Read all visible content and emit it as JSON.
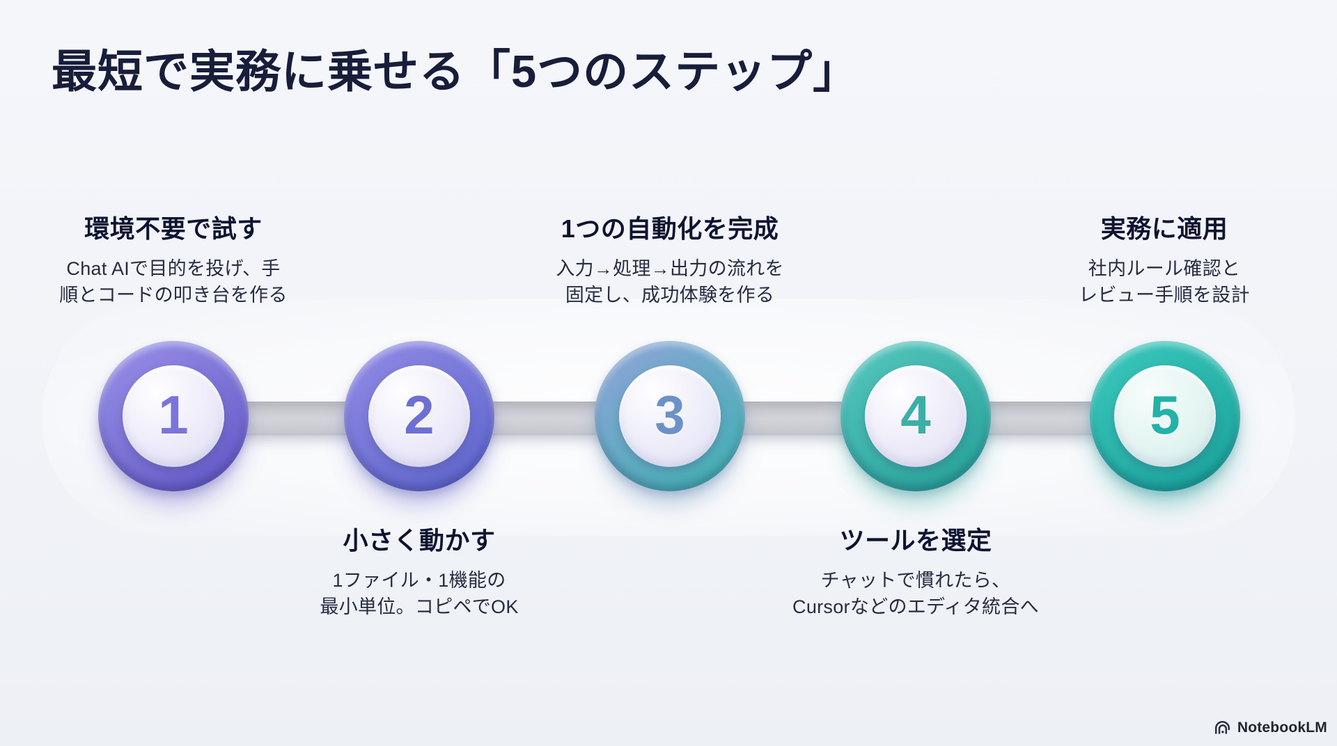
{
  "title": "最短で実務に乗せる「5つのステップ」",
  "steps": [
    {
      "number": "1",
      "label": "環境不要で試す",
      "desc": "Chat AIで目的を投げ、手\n順とコードの叩き台を作る",
      "label_position": "top",
      "colors": {
        "ring_from": "#928AE4",
        "ring_to": "#675CC9",
        "num_color": "#7B74DA",
        "glow": "rgba(106,96,202,0.45)",
        "inner_from": "#FEFEFF",
        "inner_mid": "#ECEAF9",
        "inner_to": "#DEDDF2"
      }
    },
    {
      "number": "2",
      "label": "小さく動かす",
      "desc": "1ファイル・1機能の\n最小単位。コピペでOK",
      "label_position": "bottom",
      "colors": {
        "ring_from": "#8C86E2",
        "ring_to": "#6168CE",
        "num_color": "#6E6FD4",
        "glow": "rgba(100,100,205,0.45)",
        "inner_from": "#FEFEFF",
        "inner_mid": "#ECEAF9",
        "inner_to": "#DEDDF2"
      }
    },
    {
      "number": "3",
      "label": "1つの自動化を完成",
      "desc": "入力→処理→出力の流れを\n固定し、成功体験を作る",
      "label_position": "top",
      "colors": {
        "ring_from": "#87A5D5",
        "ring_to": "#46AFB4",
        "num_color": "#6B92C8",
        "glow": "rgba(95,140,185,0.45)",
        "inner_from": "#FEFEFF",
        "inner_mid": "#ECEBF9",
        "inner_to": "#DFE2F2"
      }
    },
    {
      "number": "4",
      "label": "ツールを選定",
      "desc": "チャットで慣れたら、\nCursorなどのエディタ統合へ",
      "label_position": "bottom",
      "colors": {
        "ring_from": "#50C3BA",
        "ring_to": "#2AA49B",
        "num_color": "#3CAFA7",
        "glow": "rgba(55,170,160,0.45)",
        "inner_from": "#FEFEFF",
        "inner_mid": "#EDEAF8",
        "inner_to": "#DFDEF1"
      }
    },
    {
      "number": "5",
      "label": "実務に適用",
      "desc": "社内ルール確認と\nレビュー手順を設計",
      "label_position": "top",
      "colors": {
        "ring_from": "#38C4B9",
        "ring_to": "#1CA59C",
        "num_color": "#23B2A8",
        "glow": "rgba(40,170,160,0.5)",
        "inner_from": "#F7FDFC",
        "inner_mid": "#E2F4F1",
        "inner_to": "#CFECE8"
      }
    }
  ],
  "footer": {
    "brand": "NotebookLM"
  }
}
